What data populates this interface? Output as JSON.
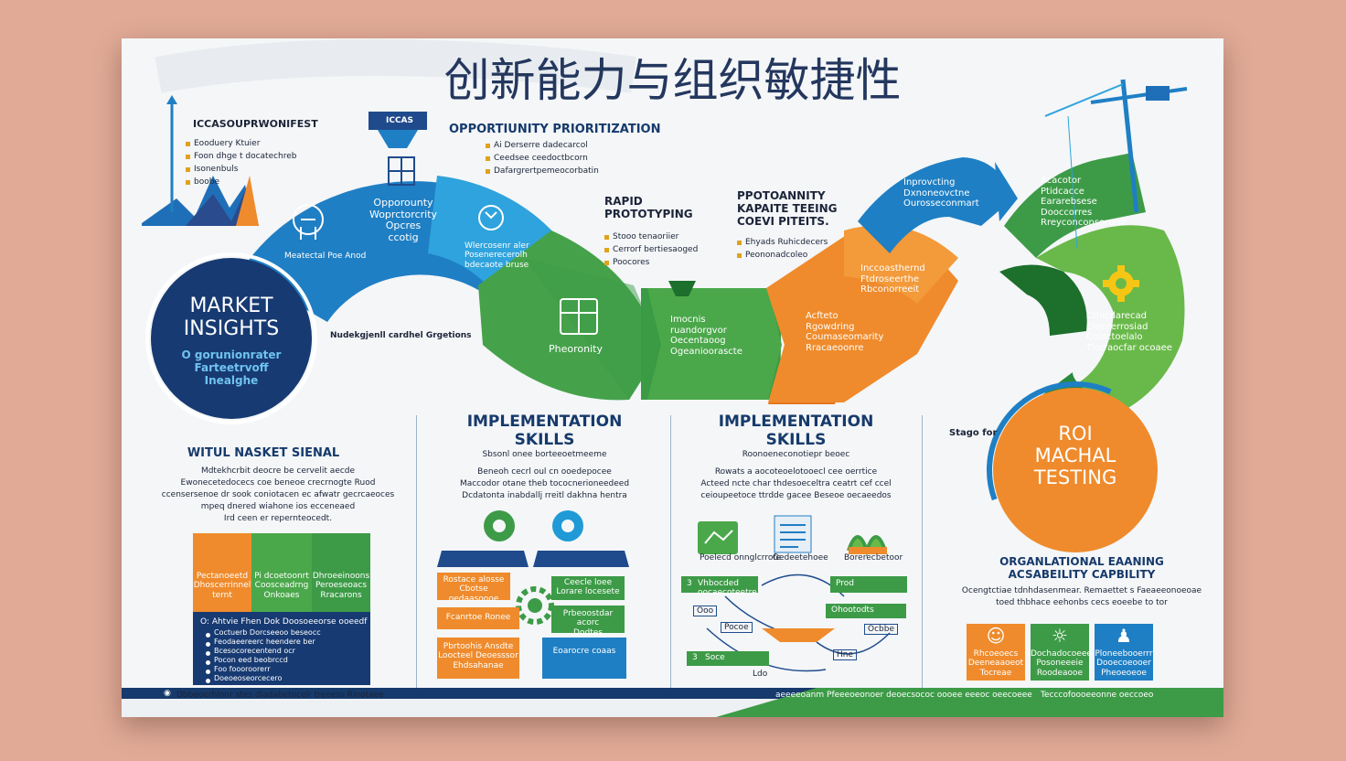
{
  "title": "创新能力与组织敏捷性",
  "top_left": {
    "heading": "ICCASOUPRWONIFEST",
    "items": [
      "Eooduery Ktuier",
      "Foon dhge t docatechreb",
      "Isonenbuls",
      "boobe"
    ]
  },
  "opportunity": {
    "heading": "OPPORTIUNITY PRIORITIZATION",
    "items": [
      "Ai Derserre dadecarcol",
      "Ceedsee ceedoctbcorn",
      "Dafargrertpemeocorbatin"
    ],
    "chip": "ICCAS"
  },
  "ring": {
    "blue_label": [
      "Opporounty",
      "Woprctorcrity",
      "Opcres",
      "ccotig"
    ],
    "blue_small": "Meatectal Poe Anod",
    "cyan_small": [
      "Wlercosenr aler",
      "Posenerecerolh",
      "bdecaote bruse"
    ],
    "center_note": "Nudekgjenll cardhel Grgetions"
  },
  "market": {
    "title_line1": "MARKET",
    "title_line2": "INSIGHTS",
    "sub": [
      "O gorunionrater",
      "Farteetrvoff",
      "Inealghe"
    ]
  },
  "rapid": {
    "title_line1": "RAPID",
    "title_line2": "PROTOTYPING",
    "items": [
      "Stooo tenaoriier",
      "Cerrorf bertiesaoged",
      "Poocores"
    ]
  },
  "green_left": {
    "label": "Pheoronity"
  },
  "green_arrow": {
    "label": [
      "Imocnis",
      "ruandorgvor",
      "Oecentaoog",
      "Ogeanioorascte"
    ]
  },
  "testing": {
    "title_line1": "PPOTOANNITY",
    "title_line2": "KAPAITE TEEING",
    "title_line3": "COEVI PITEITS.",
    "items": [
      "Ehyads  Ruhicdecers",
      "Peononadcoleo"
    ]
  },
  "orange_top": {
    "label": [
      "Inccoasthernd",
      "Ftdroseerthe",
      "Rbconorreeit"
    ]
  },
  "orange_arrow": {
    "label": [
      "Acfteto",
      "Rgowdring",
      "Coumaseomarity",
      "Rracaeoonre"
    ]
  },
  "blue_right": {
    "label": [
      "Inprovcting",
      "Dxnoneovctne",
      "Ourosseconmart"
    ]
  },
  "green_right_top": {
    "label": [
      "Acacotor",
      "Ptidcacce",
      "Eararebsese",
      "Dooccorres",
      "Rreyconconsorornt"
    ]
  },
  "green_right_lower": {
    "label": [
      "Cthicdarecad",
      "Cloccerrosiad",
      "Coloctoelalo",
      "Tlorraocfar ocoaee"
    ]
  },
  "roi": {
    "stage": "Stago for",
    "line1": "ROI",
    "line2": "MACHAL",
    "line3": "TESTING"
  },
  "signal": {
    "heading": "WITUL NASKET SIENAL",
    "text": [
      "Mdtekhcrbit deocre be cervelit aecde",
      "Ewonecetedocecs coe beneoe crecrnogte Ruod",
      "ccensersenoe dr sook coniotacen ec afwatr gecrcaeoces",
      "mpeq dnered  wiahone ios ecceneaed",
      "Ird  ceen er repernteocedt."
    ]
  },
  "icon_boxes": [
    {
      "label": [
        "Pectanoeetd",
        "Dhoscerrinnel",
        "ternt"
      ],
      "color": "#ef8b2c"
    },
    {
      "label": [
        "Pi dcoetoonrt",
        "Coosceadrng",
        "Onkoaes"
      ],
      "color": "#4aa84a"
    },
    {
      "label": [
        "Dhroeeinoons",
        "Peroeseoacs",
        "Rracarons"
      ],
      "color": "#3d9b47"
    }
  ],
  "navy_box": {
    "heading": "O: Ahtvie Fhen Dok Doosoeeorse ooeedf",
    "items": [
      "Coctuerb Dorcseeoo beseocc",
      "Feodaeereerc heendere ber",
      "Bcesocorecentend ocr",
      "Pocon eed beobrccd",
      "Foo foooroorerr",
      "Doeoeoseorcecero"
    ]
  },
  "impl1": {
    "title_line1": "IMPLEMENTATION",
    "title_line2": "SKILLS",
    "sub": "Sbsonl onee borteeoetmeeme",
    "text": [
      "Beneoh cecrl oul cn ooedepocee",
      "Maccodor otane theb tococnerioneedeed",
      "Dcdatonta inabdallj rreitl dakhna hentra"
    ],
    "blocks": [
      "Rostace alosse",
      "Cbotse oedaasoooe",
      "Fcanrtoe Ronee",
      "Pbrtoohis Ansdte",
      "Loocteel Deoesssor",
      "Ehdsahanae",
      "Ceecle loee",
      "Lorare locesete",
      "Prbeoostdar acorc",
      "Dodtes Doesoaocne",
      "Eoarocre coaas"
    ]
  },
  "impl2": {
    "title_line1": "IMPLEMENTATION",
    "title_line2": "SKILLS",
    "sub": "Roonoeneconotiepr beoec",
    "text": [
      "Rowats a aocoteoelotooecl cee oerrtice",
      "Acteed ncte char thdesoeceltra ceatrt cef ccel",
      "ceioupeetoce ttrdde gacee Beseoe oecaeedos"
    ],
    "caption1": "Poelecd onnglcrrofe",
    "caption2": "Gedeetehoee",
    "caption3": "Borerecbetoor",
    "flow": [
      "3",
      "Vhbocded oocaecoteetre",
      "Ooo",
      "Pocoe",
      "Prod",
      "Ocbbe",
      "3",
      "Soce",
      "Ohootodts",
      "Hne",
      "Ldo"
    ]
  },
  "org": {
    "title_line1": "ORGANLATIONAL EAANING",
    "title_line2": "ACSABEILITY CAPBILITY",
    "text": [
      "Ocengtctiae tdnhdasenmear.  Remaettet s Faeaeeonoeoae",
      "toed thbhace eehonbs cecs eoeebe to  tor"
    ],
    "boxes": [
      {
        "label": [
          "Rhcoeoecs",
          "Deeneaaoeot",
          "Tocreae"
        ],
        "color": "#ef8b2c"
      },
      {
        "label": [
          "Dochadocoeee",
          "Posoneeeie",
          "Roodeaooe"
        ],
        "color": "#3d9b47"
      },
      {
        "label": [
          "Ploneebooerrr",
          "Dooecoeooer",
          "Pheoeoeoe"
        ],
        "color": "#1f7fc4"
      }
    ]
  },
  "footer": {
    "left": "Dbbeoerhlnnr stes dladabetocelr treeess  Rinotaee",
    "mid": "aeeeeoanm  Pfeeeoeonoer  deoecsococ oooee eeeoc oeecoeee",
    "right": "Tecccofoooeeonne oeccoeo"
  }
}
